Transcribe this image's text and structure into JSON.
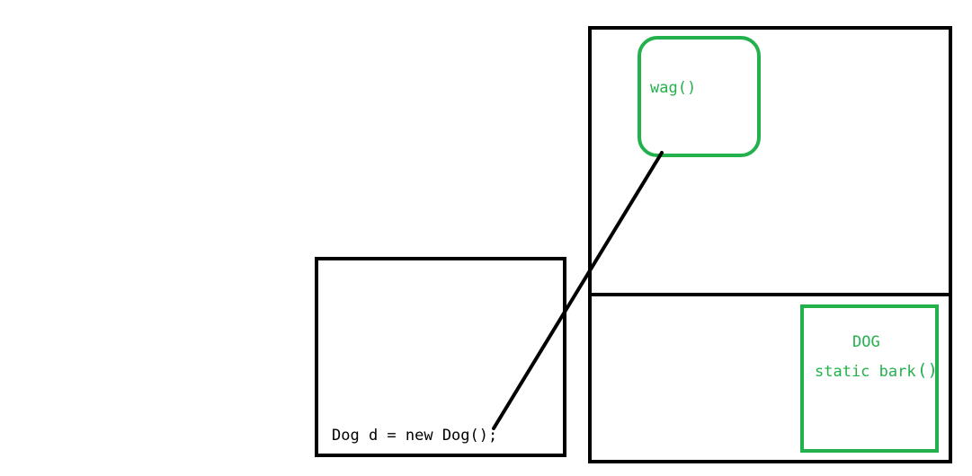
{
  "stack": {
    "code": "Dog d = new Dog();"
  },
  "heap": {
    "object_method": "wag()"
  },
  "class_area": {
    "class_name": "DOG",
    "static_method_text": "static bark",
    "static_method_parens": "()"
  },
  "colors": {
    "outline": "#000000",
    "accent": "#22b14c",
    "background": "#ffffff"
  }
}
